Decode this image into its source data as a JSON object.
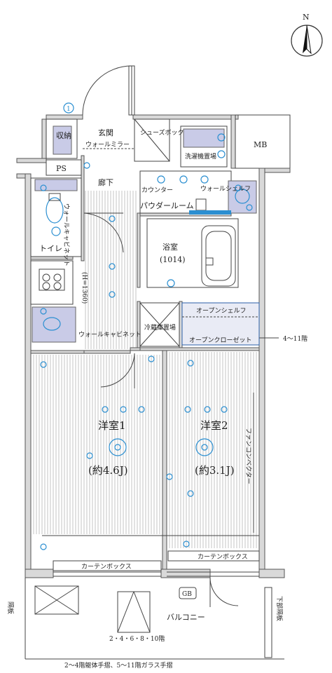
{
  "labels": {
    "storage": "収納",
    "entrance": "玄関",
    "wall_mirror": "ウォールミラー",
    "shoes_box": "シューズボックス",
    "laundry_pan": "洗濯機置場",
    "mb": "MB",
    "ps": "PS",
    "hallway": "廊下",
    "counter": "カウンター",
    "wall_shelf": "ウォールシェルフ",
    "powder_room": "パウダールーム",
    "toilet": "トイレ",
    "toilet_wall_cabinet": "ウォールキャビネット",
    "bath": "浴室",
    "bath_size": "(1014)",
    "height_mark": "(H=1360)",
    "wall_cabinet": "ウォールキャビネット",
    "fridge": "冷蔵庫置場",
    "open_shelf": "オープンシェルフ",
    "open_closet": "オープンクローゼット",
    "floors_note": "4〜11階",
    "room1": "洋室1",
    "room1_size": "(約4.6J)",
    "room2": "洋室2",
    "room2_size": "(約3.1J)",
    "fan_cooler": "ファンコンベクター",
    "curtain_box_1": "カーテンボックス",
    "curtain_box_2": "カーテンボックス",
    "gb": "GB",
    "balcony": "バルコニー",
    "partition": "隔板",
    "lower_partition": "下部隔板",
    "balcony_floors": "2・4・6・8・10階",
    "railing_note": "2〜4階躯体手摺、5〜11階ガラス手摺",
    "north": "N",
    "marker": "1"
  }
}
